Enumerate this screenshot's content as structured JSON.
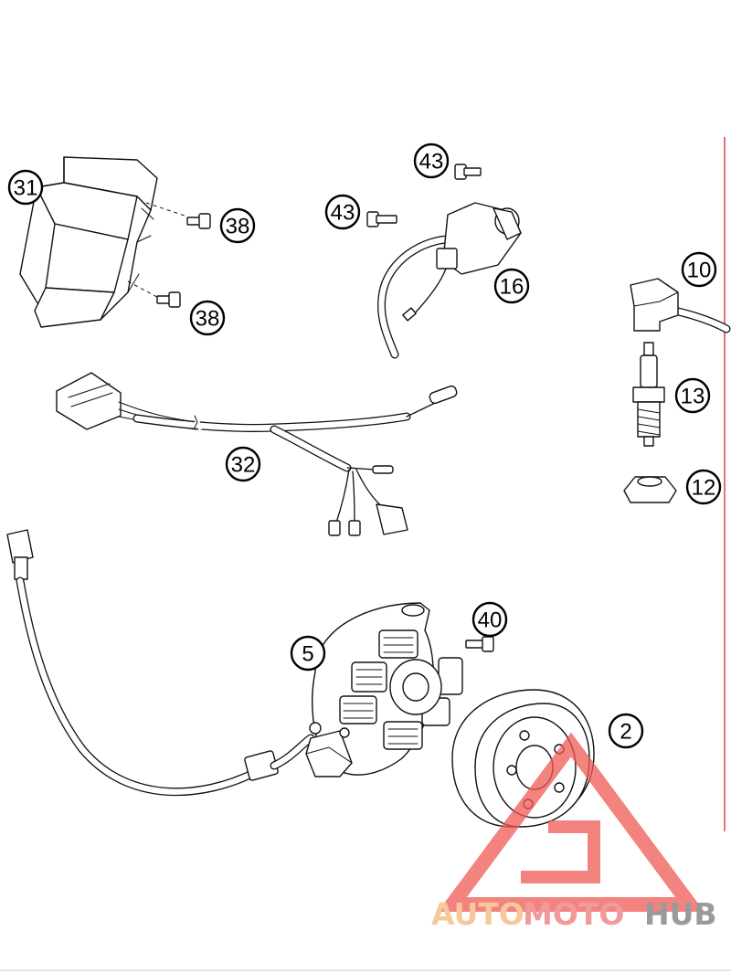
{
  "diagram": {
    "callouts": [
      {
        "id": "c31",
        "label": "31"
      },
      {
        "id": "c38a",
        "label": "38"
      },
      {
        "id": "c38b",
        "label": "38"
      },
      {
        "id": "c43a",
        "label": "43"
      },
      {
        "id": "c43b",
        "label": "43"
      },
      {
        "id": "c16",
        "label": "16"
      },
      {
        "id": "c10",
        "label": "10"
      },
      {
        "id": "c13",
        "label": "13"
      },
      {
        "id": "c12",
        "label": "12"
      },
      {
        "id": "c32",
        "label": "32"
      },
      {
        "id": "c5",
        "label": "5"
      },
      {
        "id": "c40",
        "label": "40"
      },
      {
        "id": "c2",
        "label": "2"
      }
    ]
  },
  "watermark": {
    "part1": "AUTO",
    "part2": "MOTO",
    "part3": "HUB",
    "color1": "#f6c89a",
    "color2": "#f19a9a",
    "color3": "#9a9a9a",
    "logo_color": "#ee5a55"
  }
}
